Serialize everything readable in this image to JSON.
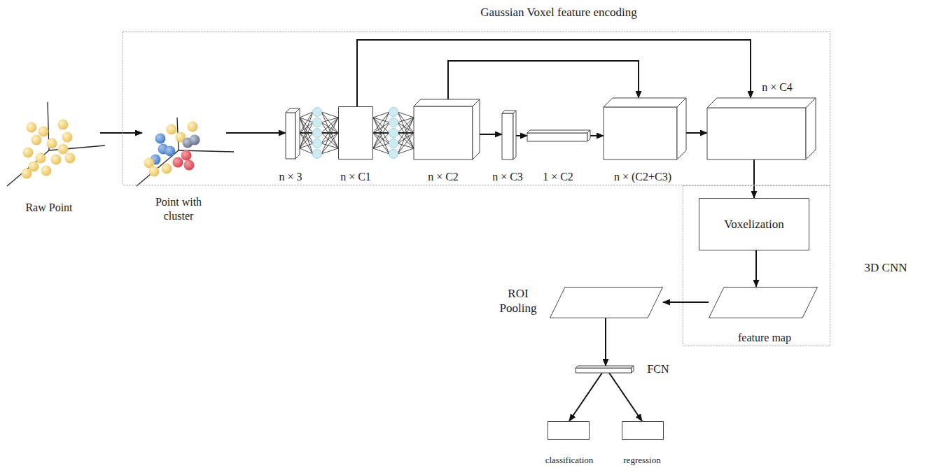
{
  "diagram": {
    "nodes": [
      {
        "text": [
          "Raw Point"
        ]
      },
      {
        "text": [
          "Gaussian Voxel feature encoding"
        ]
      },
      {
        "text": [
          "Point with cluster"
        ],
        "in": 1
      },
      {
        "text": [
          "n × 3"
        ],
        "in": 1
      },
      {
        "text": [
          "n × C1"
        ],
        "in": 1
      },
      {
        "text": [
          "n × C2"
        ],
        "in": 1
      },
      {
        "text": [
          "n × C3"
        ],
        "in": 1
      },
      {
        "text": [
          "1 × C2"
        ],
        "in": 1
      },
      {
        "text": [
          "n × (C2+C3)"
        ],
        "in": 1
      },
      {
        "text": [
          "n × C4"
        ],
        "in": 1
      },
      {
        "text": [
          "3D CNN"
        ]
      },
      {
        "text": [
          "Voxelization"
        ],
        "in": 10
      },
      {
        "text": [
          "feature map"
        ],
        "in": 10
      },
      {
        "text": [
          "ROI Pooling"
        ]
      },
      {
        "text": [
          "FCN"
        ]
      },
      {
        "text": [
          "classification"
        ]
      },
      {
        "text": [
          "regression"
        ]
      }
    ],
    "edges": [
      {
        "from": 0,
        "to": 2,
        "arrow": "to"
      },
      {
        "from": 2,
        "to": 3,
        "arrow": "to"
      },
      {
        "from": 3,
        "to": 4,
        "arrow": "none"
      },
      {
        "from": 4,
        "to": 5,
        "arrow": "none"
      },
      {
        "from": 5,
        "to": 6,
        "arrow": "to"
      },
      {
        "from": 6,
        "to": 7,
        "arrow": "to"
      },
      {
        "from": 7,
        "to": 8,
        "arrow": "to"
      },
      {
        "from": 8,
        "to": 9,
        "arrow": "to"
      },
      {
        "from": 4,
        "to": 9,
        "arrow": "to"
      },
      {
        "from": 5,
        "to": 8,
        "arrow": "to"
      },
      {
        "from": 9,
        "to": 11,
        "arrow": "to"
      },
      {
        "from": 11,
        "to": 12,
        "arrow": "to"
      },
      {
        "from": 12,
        "to": 13,
        "arrow": "to"
      },
      {
        "from": 13,
        "to": 14,
        "arrow": "to"
      },
      {
        "from": 14,
        "to": 15,
        "arrow": "to"
      },
      {
        "from": 14,
        "to": 16,
        "arrow": "to"
      }
    ]
  }
}
